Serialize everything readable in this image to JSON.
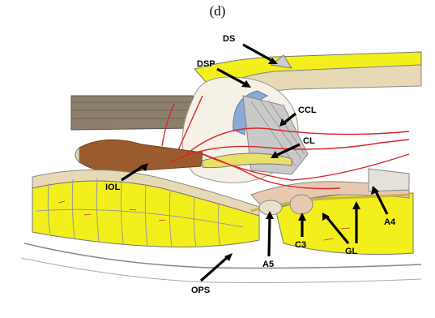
{
  "figure": {
    "panel_letter": "(d)"
  },
  "colors": {
    "fat": "#f2ef1c",
    "bone_fiber": "#e8d9b6",
    "muscle": "#9a5c2e",
    "artery": "#d8262b",
    "ligament": "#a9a9a9",
    "capsule": "#8da9d6",
    "outline": "#777777"
  },
  "labels": {
    "ds": "DS",
    "dsp": "DSP",
    "ccl": "CCL",
    "cl": "CL",
    "iol": "IOL",
    "a5": "A5",
    "c3": "C3",
    "gl": "GL",
    "a4": "A4",
    "ops": "OPS"
  }
}
